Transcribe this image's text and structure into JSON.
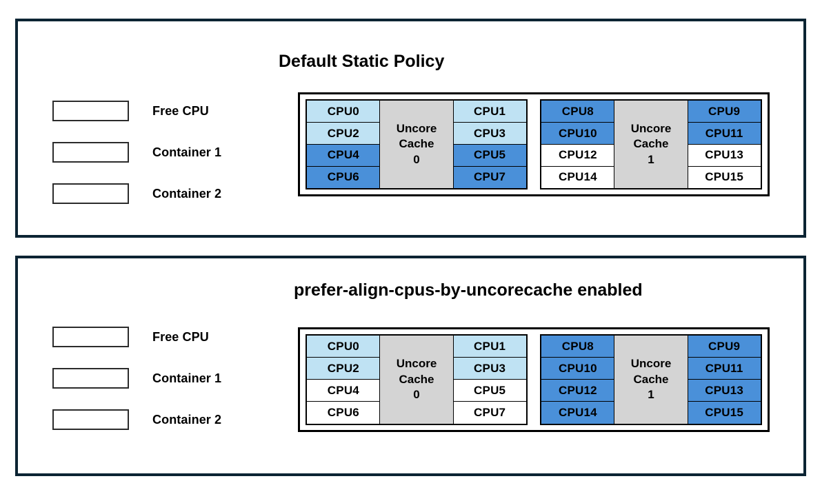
{
  "colors": {
    "free_cpu": "#ffffff",
    "container1": "#bfe2f3",
    "container2": "#4a90d9",
    "uncore_cache": "#d4d4d4",
    "panel_border": "#0c2433",
    "cell_border": "#000000"
  },
  "panels": [
    {
      "id": "default",
      "title": "Default Static Policy",
      "legend": [
        {
          "label": "Free CPU",
          "swatch": "free"
        },
        {
          "label": "Container 1",
          "swatch": "container1"
        },
        {
          "label": "Container 2",
          "swatch": "container2"
        }
      ],
      "cache_groups": [
        {
          "uncore_label_line1": "Uncore",
          "uncore_label_line2": "Cache",
          "uncore_index": "0",
          "left_column": [
            {
              "label": "CPU0",
              "state": "container1"
            },
            {
              "label": "CPU2",
              "state": "container1"
            },
            {
              "label": "CPU4",
              "state": "container2"
            },
            {
              "label": "CPU6",
              "state": "container2"
            }
          ],
          "right_column": [
            {
              "label": "CPU1",
              "state": "container1"
            },
            {
              "label": "CPU3",
              "state": "container1"
            },
            {
              "label": "CPU5",
              "state": "container2"
            },
            {
              "label": "CPU7",
              "state": "container2"
            }
          ]
        },
        {
          "uncore_label_line1": "Uncore",
          "uncore_label_line2": "Cache",
          "uncore_index": "1",
          "left_column": [
            {
              "label": "CPU8",
              "state": "container2"
            },
            {
              "label": "CPU10",
              "state": "container2"
            },
            {
              "label": "CPU12",
              "state": "free"
            },
            {
              "label": "CPU14",
              "state": "free"
            }
          ],
          "right_column": [
            {
              "label": "CPU9",
              "state": "container2"
            },
            {
              "label": "CPU11",
              "state": "container2"
            },
            {
              "label": "CPU13",
              "state": "free"
            },
            {
              "label": "CPU15",
              "state": "free"
            }
          ]
        }
      ]
    },
    {
      "id": "prefer",
      "title": "prefer-align-cpus-by-uncorecache enabled",
      "legend": [
        {
          "label": "Free CPU",
          "swatch": "free"
        },
        {
          "label": "Container 1",
          "swatch": "container1"
        },
        {
          "label": "Container 2",
          "swatch": "container2"
        }
      ],
      "cache_groups": [
        {
          "uncore_label_line1": "Uncore",
          "uncore_label_line2": "Cache",
          "uncore_index": "0",
          "left_column": [
            {
              "label": "CPU0",
              "state": "container1"
            },
            {
              "label": "CPU2",
              "state": "container1"
            },
            {
              "label": "CPU4",
              "state": "free"
            },
            {
              "label": "CPU6",
              "state": "free"
            }
          ],
          "right_column": [
            {
              "label": "CPU1",
              "state": "container1"
            },
            {
              "label": "CPU3",
              "state": "container1"
            },
            {
              "label": "CPU5",
              "state": "free"
            },
            {
              "label": "CPU7",
              "state": "free"
            }
          ]
        },
        {
          "uncore_label_line1": "Uncore",
          "uncore_label_line2": "Cache",
          "uncore_index": "1",
          "left_column": [
            {
              "label": "CPU8",
              "state": "container2"
            },
            {
              "label": "CPU10",
              "state": "container2"
            },
            {
              "label": "CPU12",
              "state": "container2"
            },
            {
              "label": "CPU14",
              "state": "container2"
            }
          ],
          "right_column": [
            {
              "label": "CPU9",
              "state": "container2"
            },
            {
              "label": "CPU11",
              "state": "container2"
            },
            {
              "label": "CPU13",
              "state": "container2"
            },
            {
              "label": "CPU15",
              "state": "container2"
            }
          ]
        }
      ]
    }
  ]
}
